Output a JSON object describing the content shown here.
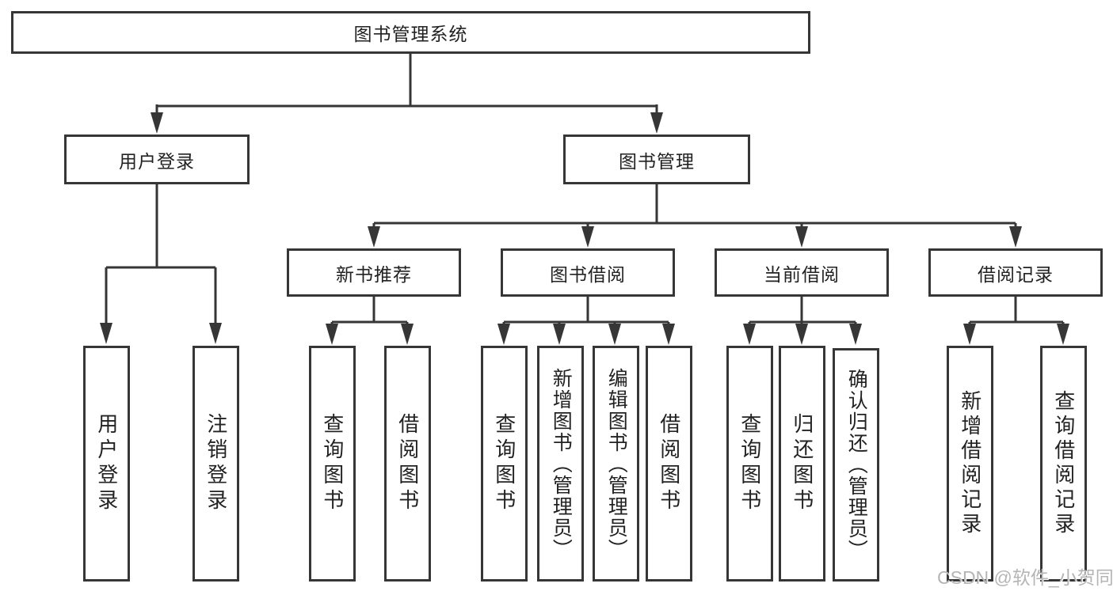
{
  "tree": {
    "root": {
      "label": "图书管理系统"
    },
    "branches": [
      {
        "label": "用户登录",
        "children": [
          {
            "label": "用户登录"
          },
          {
            "label": "注销登录"
          }
        ]
      },
      {
        "label": "图书管理",
        "children": [
          {
            "label": "新书推荐",
            "children": [
              {
                "label": "查询图书"
              },
              {
                "label": "借阅图书"
              }
            ]
          },
          {
            "label": "图书借阅",
            "children": [
              {
                "label": "查询图书"
              },
              {
                "label": "新增图书（管理员）"
              },
              {
                "label": "编辑图书（管理员）"
              },
              {
                "label": "借阅图书"
              }
            ]
          },
          {
            "label": "当前借阅",
            "children": [
              {
                "label": "查询图书"
              },
              {
                "label": "归还图书"
              },
              {
                "label": "确认归还（管理员）"
              }
            ]
          },
          {
            "label": "借阅记录",
            "children": [
              {
                "label": "新增借阅记录"
              },
              {
                "label": "查询借阅记录"
              }
            ]
          }
        ]
      }
    ]
  },
  "watermark": {
    "text": "CSDN @软件_小贺同学"
  },
  "colors": {
    "line": "#363636",
    "text": "#222222",
    "watermark": "#b5b5b5",
    "background": "#ffffff"
  }
}
